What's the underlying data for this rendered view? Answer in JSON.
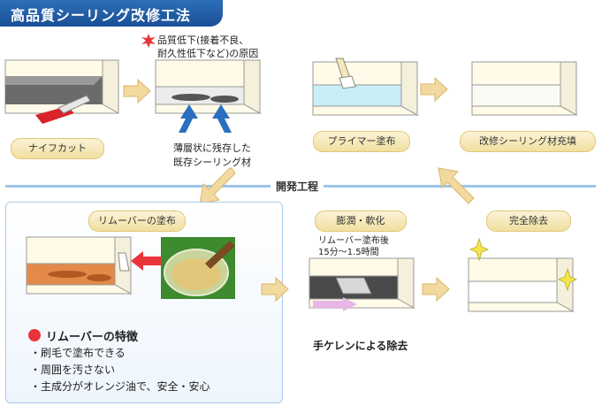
{
  "title": "高品質シーリング改修工法",
  "steps": [
    {
      "label": "ナイフカット"
    },
    {
      "label": "プライマー塗布"
    },
    {
      "label": "改修シーリング材充填"
    },
    {
      "label": "リムーバーの塗布"
    },
    {
      "label": "膨潤・軟化"
    },
    {
      "label": "完全除去"
    }
  ],
  "quality_note": {
    "line1": "品質低下(接着不良、",
    "line2": "耐久性低下など)の原因"
  },
  "residual_note": {
    "line1": "薄層状に残存した",
    "line2": "既存シーリング材"
  },
  "process_label": "開発工程",
  "wait_note": {
    "line1": "リムーバー塗布後",
    "line2": "15分～1.5時間"
  },
  "hand_clean_label": "手ケレンによる除去",
  "features": {
    "title": "リムーバーの特徴",
    "items": [
      "・刷毛で塗布できる",
      "・周囲を汚さない",
      "・主成分がオレンジ油で、安全・安心"
    ]
  },
  "colors": {
    "title_bg": "#1a4f96",
    "pill_bg": "#f1dfa0",
    "arrow": "#f2d9a0",
    "blue_arrow": "#2a6fc0",
    "remover": "#e38a4a",
    "primer": "#c9eef7",
    "star": "#f3e64a",
    "burst": "#e8343a",
    "knife": "#d8232a"
  }
}
